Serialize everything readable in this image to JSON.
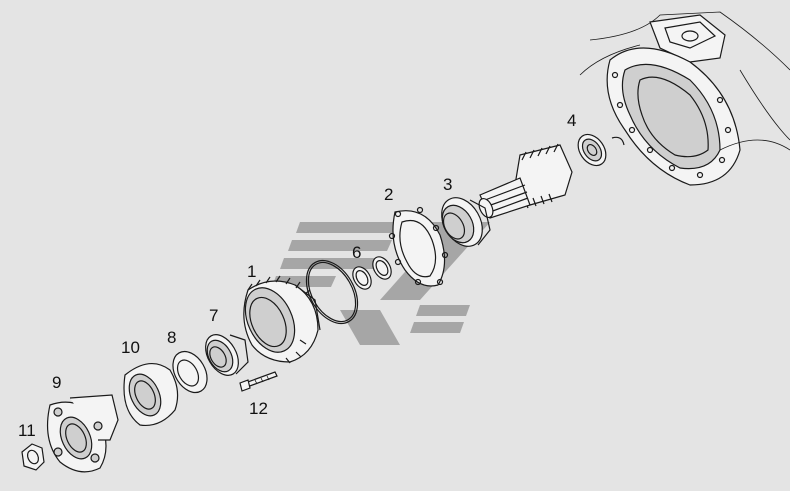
{
  "diagram": {
    "labels": {
      "part_1": "1",
      "part_2": "2",
      "part_3": "3",
      "part_4": "4",
      "part_6": "6",
      "part_7": "7",
      "part_8": "8",
      "part_9": "9",
      "part_10": "10",
      "part_11": "11",
      "part_12": "12"
    },
    "colors": {
      "background": "#e4e4e4",
      "line": "#1a1a1a",
      "watermark": "#9a9a9a"
    }
  }
}
